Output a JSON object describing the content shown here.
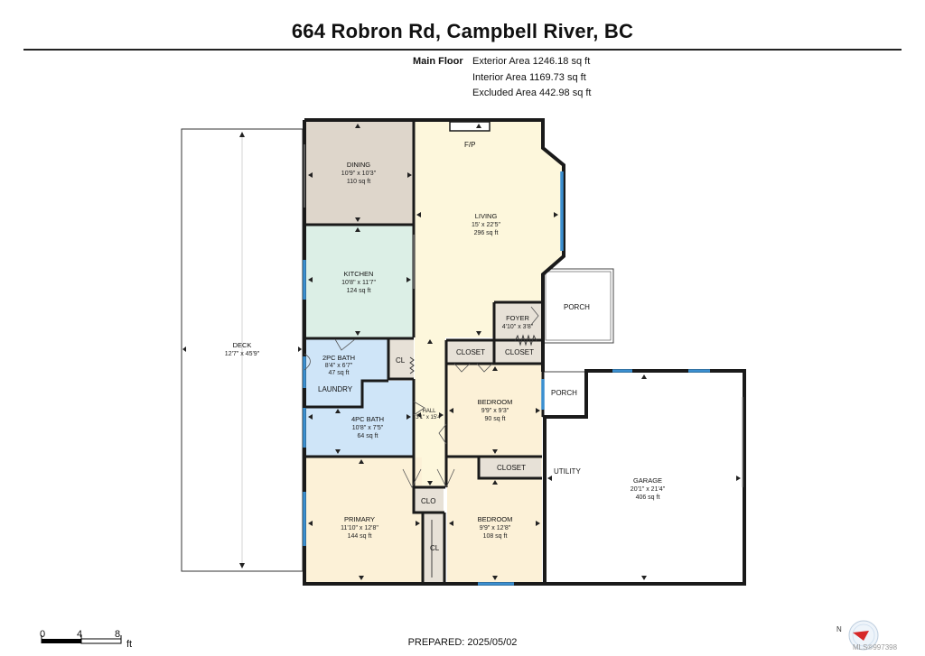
{
  "title": "664 Robron Rd, Campbell River, BC",
  "legend": {
    "label": "Main Floor",
    "lines": [
      "Exterior Area 1246.18 sq ft",
      "Interior Area 1169.73 sq ft",
      "Excluded Area 442.98 sq ft"
    ]
  },
  "rooms": {
    "dining": {
      "name": "DINING",
      "dims": "10'9\" x 10'3\"",
      "area": "110 sq ft"
    },
    "living": {
      "name": "LIVING",
      "dims": "15' x 22'5\"",
      "area": "296 sq ft"
    },
    "kitchen": {
      "name": "KITCHEN",
      "dims": "10'8\" x 11'7\"",
      "area": "124 sq ft"
    },
    "bath2": {
      "name": "2PC BATH",
      "dims": "8'4\" x 6'7\"",
      "area": "47 sq ft"
    },
    "bath4": {
      "name": "4PC BATH",
      "dims": "10'8\" x 7'5\"",
      "area": "64 sq ft"
    },
    "bedroom1": {
      "name": "BEDROOM",
      "dims": "9'9\" x 9'3\"",
      "area": "90 sq ft"
    },
    "bedroom2": {
      "name": "BEDROOM",
      "dims": "9'9\" x 12'8\"",
      "area": "108 sq ft"
    },
    "primary": {
      "name": "PRIMARY",
      "dims": "11'10\" x 12'8\"",
      "area": "144 sq ft"
    },
    "foyer": {
      "name": "FOYER",
      "dims": "4'10\" x 3'8\""
    },
    "hall": {
      "name": "HALL",
      "dims": "3'1\" x 15'4\""
    },
    "garage": {
      "name": "GARAGE",
      "dims": "20'1\" x 21'4\"",
      "area": "406 sq ft"
    },
    "deck": {
      "name": "DECK",
      "dims": "12'7\" x 45'9\""
    }
  },
  "labels": {
    "fp": "F/P",
    "laundry": "LAUNDRY",
    "cl": "CL",
    "closet": "CLOSET",
    "clo": "CLO",
    "porch": "PORCH",
    "utility": "UTILITY"
  },
  "scale": {
    "ticks": [
      "0",
      "4",
      "8"
    ],
    "unit": "ft"
  },
  "compass_label": "N",
  "prepared": "PREPARED: 2025/05/02",
  "mls": "MLS®997398",
  "colors": {
    "dining": "#ded6cb",
    "living": "#fdf7dc",
    "kitchen": "#dcefe6",
    "bath": "#cfe5f8",
    "bedroom": "#fcf1d7",
    "closet": "#e7e1d7",
    "wall": "#1a1a1a",
    "window": "#3b8fd0"
  }
}
